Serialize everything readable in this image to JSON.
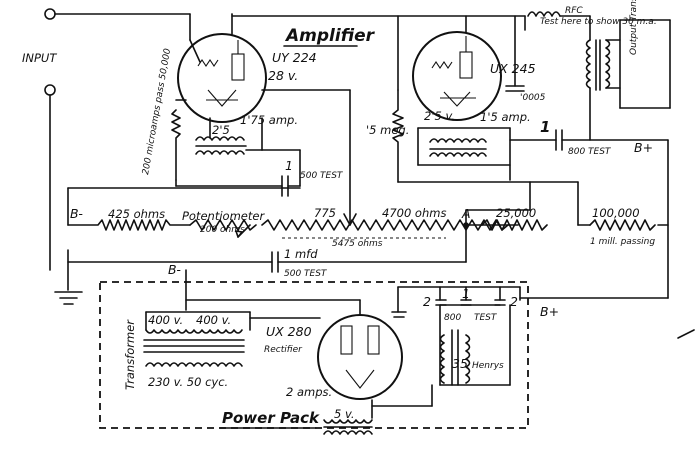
{
  "labels": {
    "amplifier": "Amplifier",
    "input": "INPUT",
    "uy224": "UY 224",
    "uy224_fil": "28 v.",
    "uy224_cur": "1'75 amp.",
    "fil_25a": "2'5",
    "grid_note": "200 microamps pass 50,000",
    "cap1_val": "1",
    "cap1_test": "500 TEST",
    "ux245": "UX 245",
    "ux245_fil": "2'5 v.",
    "ux245_cur": "1'5 amp.",
    "meg": "'5 meg.",
    "cap_0005": "'0005",
    "test_here": "Test here to show 30 m.a.",
    "rfc": "RFC",
    "output_transformer": "Output Transformer",
    "cap2_val": "1",
    "cap2_test": "800 TEST",
    "bplus_top": "B+",
    "bminus": "B-",
    "r425": "425 ohms",
    "potentiometer": "Potentiometer",
    "pot_ohms": "200 ohms",
    "r775": "775",
    "r4700": "4700 ohms",
    "r5475": "5475 ohms",
    "node_a": "A",
    "r25000": "25,000",
    "r100000": "100,000",
    "mill_passing": "1 mill. passing",
    "cap_1mfd": "1 mfd",
    "cap3_test": "500 TEST",
    "bminus2": "B-",
    "transformer": "Transformer",
    "sec_400a": "400 v.",
    "sec_400b": "400 v.",
    "primary": "230 v. 50 cyc.",
    "ux280": "UX 280",
    "rectifier": "Rectifier",
    "amps2": "2 amps.",
    "fil_5v": "5 v.",
    "power_pack": "Power Pack",
    "filt_c1": "2",
    "filt_c2": "1",
    "filt_c3": "2",
    "filt_test1": "800",
    "filt_test2": "TEST",
    "choke_35": "35",
    "henrys": "Henrys",
    "bplus_pp": "B+"
  }
}
